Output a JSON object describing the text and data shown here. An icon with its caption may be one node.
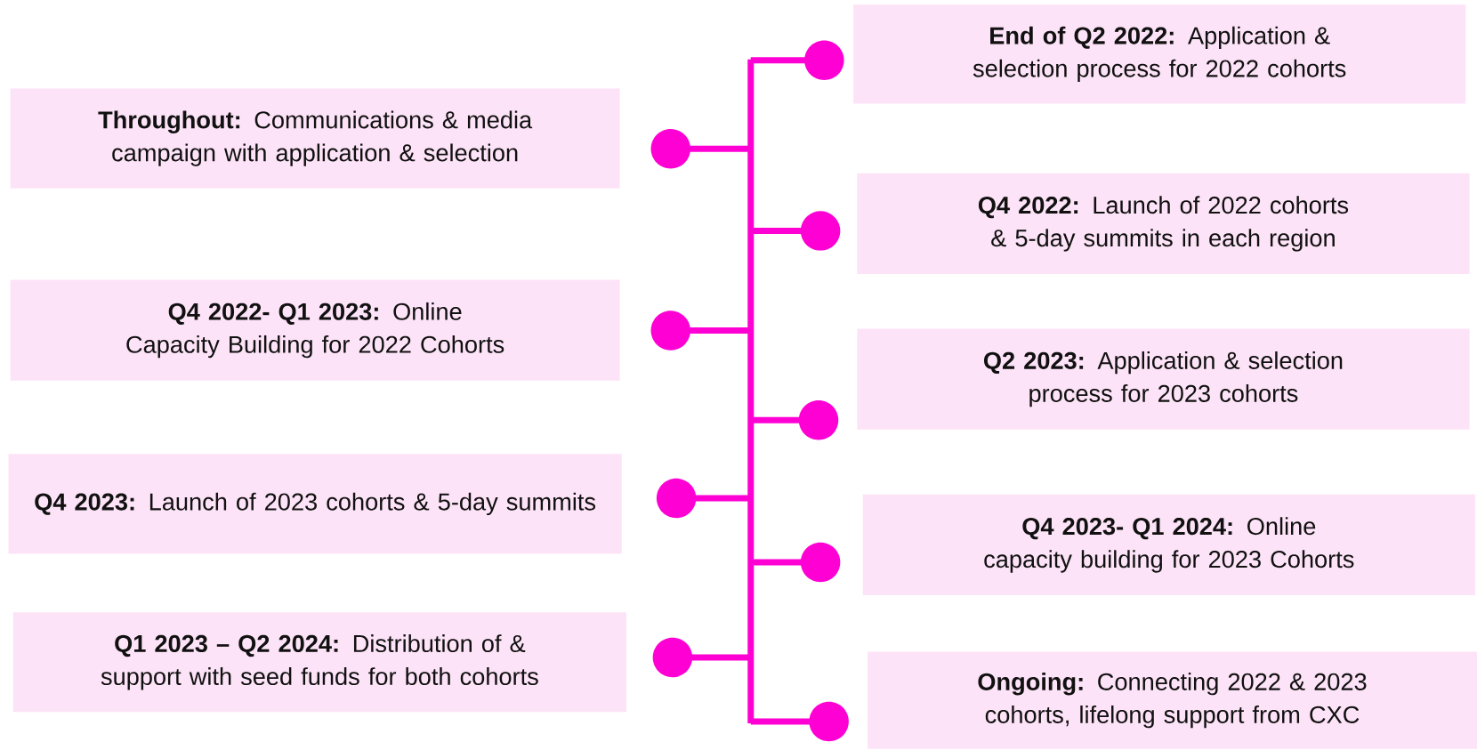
{
  "diagram": {
    "nodes": [
      {
        "text": [
          "**End of Q2 2022:** Application & selection process for 2022 cohorts"
        ]
      },
      {
        "text": [
          "**Throughout:** Communications & media campaign with application & selection"
        ]
      },
      {
        "text": [
          "**Q4 2022:** Launch of 2022 cohorts & 5-day summits in each region"
        ]
      },
      {
        "text": [
          "**Q4 2022- Q1 2023:** Online Capacity Building for 2022 Cohorts"
        ]
      },
      {
        "text": [
          "**Q2 2023:** Application & selection process for 2023 cohorts"
        ]
      },
      {
        "text": [
          "**Q4 2023:** Launch of 2023 cohorts & 5-day summits"
        ]
      },
      {
        "text": [
          "**Q4 2023- Q1 2024:** Online capacity building for 2023 Cohorts"
        ]
      },
      {
        "text": [
          "**Q1 2023 – Q2 2024:** Distribution of & support with seed funds for both cohorts"
        ]
      },
      {
        "text": [
          "**Ongoing:** Connecting 2022 & 2023 cohorts, lifelong support from CXC"
        ]
      }
    ]
  }
}
